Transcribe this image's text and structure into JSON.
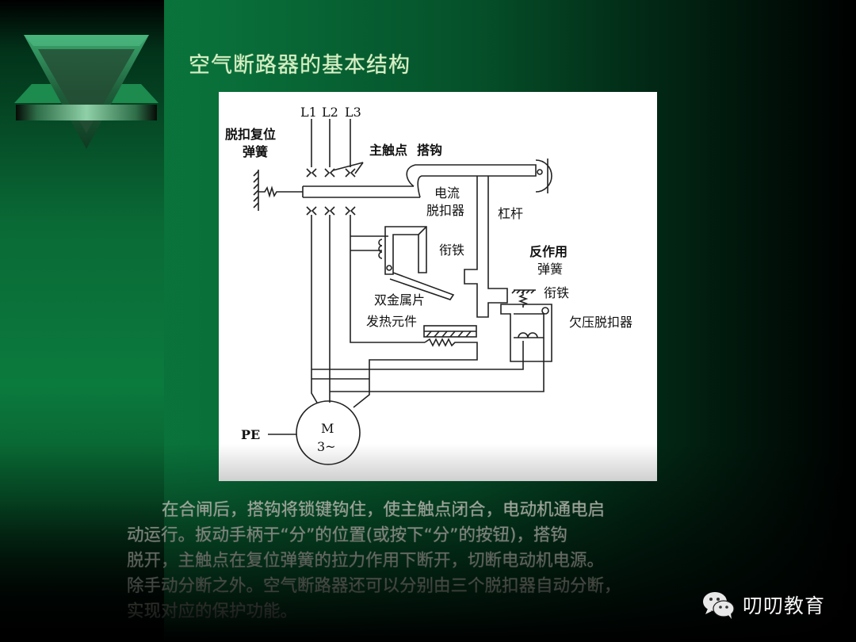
{
  "slide": {
    "title": "空气断路器的基本结构",
    "colors": {
      "background_green": "#0b7a3d",
      "background_dark": "#000000",
      "title_text": "#d9f0c8",
      "body_text": "#e4eee0",
      "diagram_bg": "#ffffff"
    }
  },
  "diagram": {
    "phase_labels": [
      "L1",
      "L2",
      "L3"
    ],
    "labels": {
      "trip_reset_spring_line1": "脱扣复位",
      "trip_reset_spring_line2": "弹簧",
      "main_contact": "主触点",
      "hook": "搭钩",
      "overcurrent_release_line1": "电流",
      "overcurrent_release_line2": "脱扣器",
      "lever": "杠杆",
      "armature_1": "衔铁",
      "reaction_spring_line1": "反作用",
      "reaction_spring_line2": "弹簧",
      "armature_2": "衔铁",
      "undervoltage_release": "欠压脱扣器",
      "bimetal_strip": "双金属片",
      "heating_element": "发热元件",
      "pe": "PE",
      "motor_line1": "M",
      "motor_line2": "3~"
    }
  },
  "body": {
    "lines": [
      "在合闸后，搭钩将锁键钩住，使主触点闭合，电动机通电启",
      "动运行。扳动手柄于“分”的位置(或按下“分”的按钮)，搭钩",
      "脱开，主触点在复位弹簧的拉力作用下断开，切断电动机电源。",
      "除手动分断之外。空气断路器还可以分别由三个脱扣器自动分断，",
      "实现对应的保护功能。"
    ]
  },
  "watermark": {
    "icon": "wechat-icon",
    "text": "叨叨教育"
  }
}
